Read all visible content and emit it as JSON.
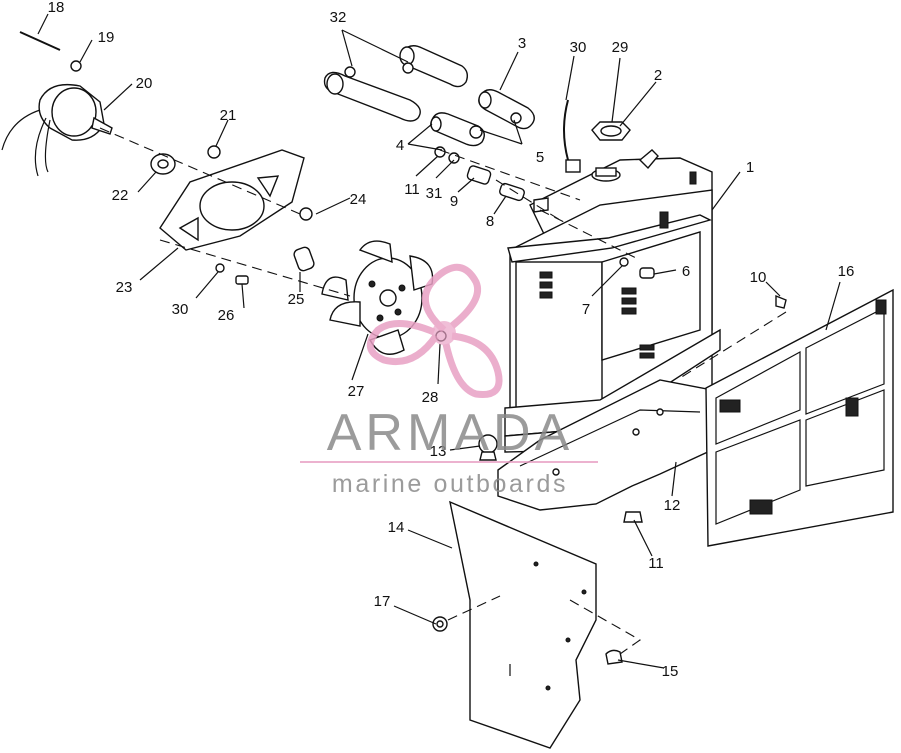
{
  "callouts": {
    "c1": "1",
    "c2": "2",
    "c3": "3",
    "c4": "4",
    "c5": "5",
    "c6": "6",
    "c7": "7",
    "c8": "8",
    "c9": "9",
    "c10": "10",
    "c11a": "11",
    "c11b": "11",
    "c12": "12",
    "c13": "13",
    "c14": "14",
    "c15": "15",
    "c16": "16",
    "c17": "17",
    "c18": "18",
    "c19": "19",
    "c20": "20",
    "c21": "21",
    "c22": "22",
    "c23": "23",
    "c24": "24",
    "c25": "25",
    "c26": "26",
    "c27": "27",
    "c28": "28",
    "c29": "29",
    "c30a": "30",
    "c30b": "30",
    "c31": "31",
    "c32": "32"
  },
  "watermark": {
    "brand": "ARMADA",
    "tagline": "marine outboards",
    "color": "#e8a0c4"
  }
}
